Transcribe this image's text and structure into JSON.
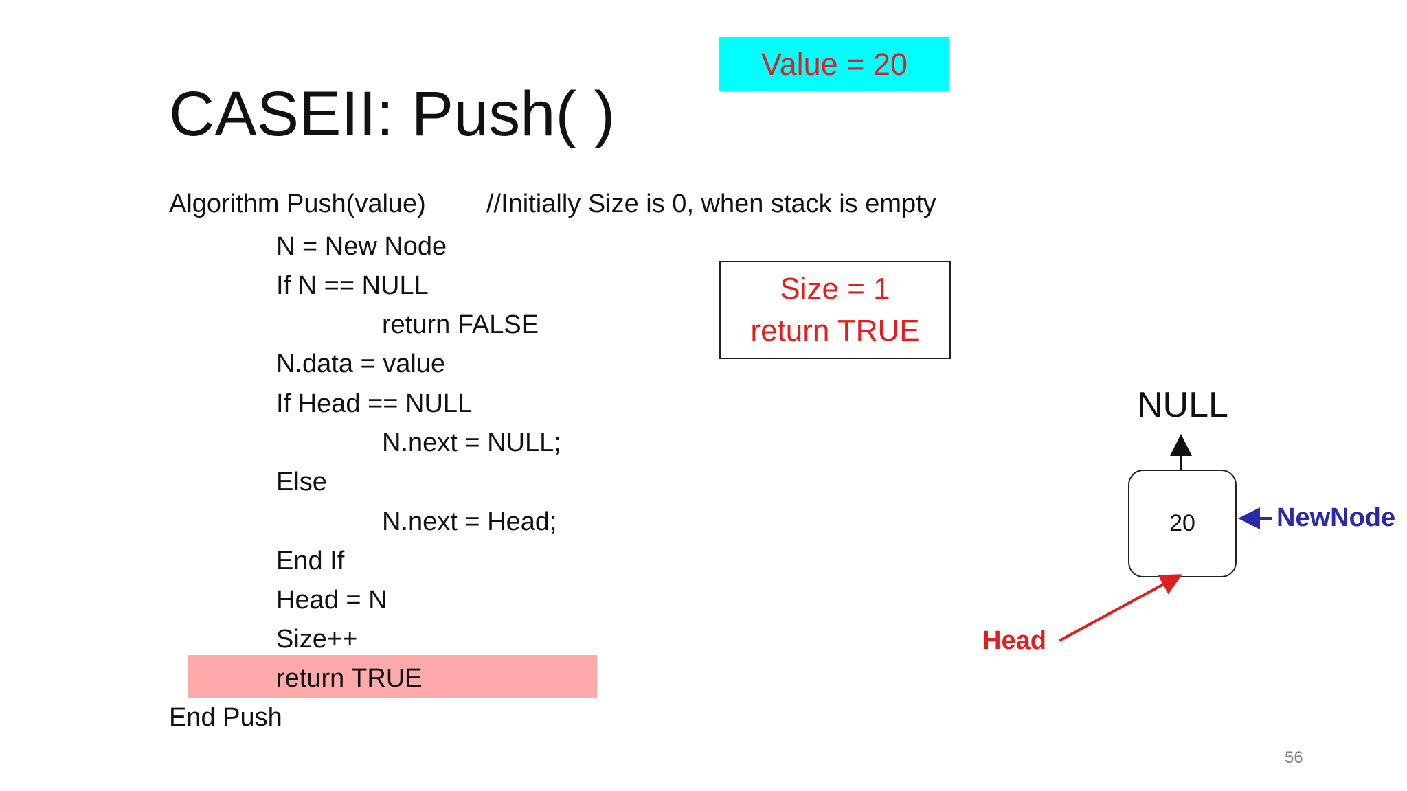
{
  "slide": {
    "title": "CASEII: Push( )",
    "page_number": "56"
  },
  "value_box": {
    "text": "Value = 20",
    "bg_color": "#00ffff",
    "text_color": "#e02020"
  },
  "size_box": {
    "line1": "Size = 1",
    "line2": "return TRUE",
    "text_color": "#e02020"
  },
  "algorithm": {
    "header": "Algorithm Push(value)",
    "comment": "//Initially Size is 0, when stack is empty",
    "lines": [
      {
        "indent": 1,
        "text": "N = New Node"
      },
      {
        "indent": 1,
        "text": "If N == NULL"
      },
      {
        "indent": 2,
        "text": "return FALSE"
      },
      {
        "indent": 1,
        "text": "N.data = value"
      },
      {
        "indent": 1,
        "text": "If Head == NULL"
      },
      {
        "indent": 2,
        "text": "N.next = NULL;"
      },
      {
        "indent": 1,
        "text": "Else"
      },
      {
        "indent": 2,
        "text": "N.next = Head;"
      },
      {
        "indent": 1,
        "text": "End If"
      },
      {
        "indent": 1,
        "text": "Head = N"
      },
      {
        "indent": 1,
        "text": "Size++"
      },
      {
        "indent": 1,
        "text": "return TRUE"
      }
    ],
    "footer": "End Push",
    "highlighted_line": "return TRUE",
    "highlight_color": "#ffaaaa"
  },
  "diagram": {
    "null_label": "NULL",
    "node_value": "20",
    "head_label": "Head",
    "newnode_label": "NewNode",
    "head_color": "#e02020",
    "newnode_color": "#2a2aa8"
  }
}
